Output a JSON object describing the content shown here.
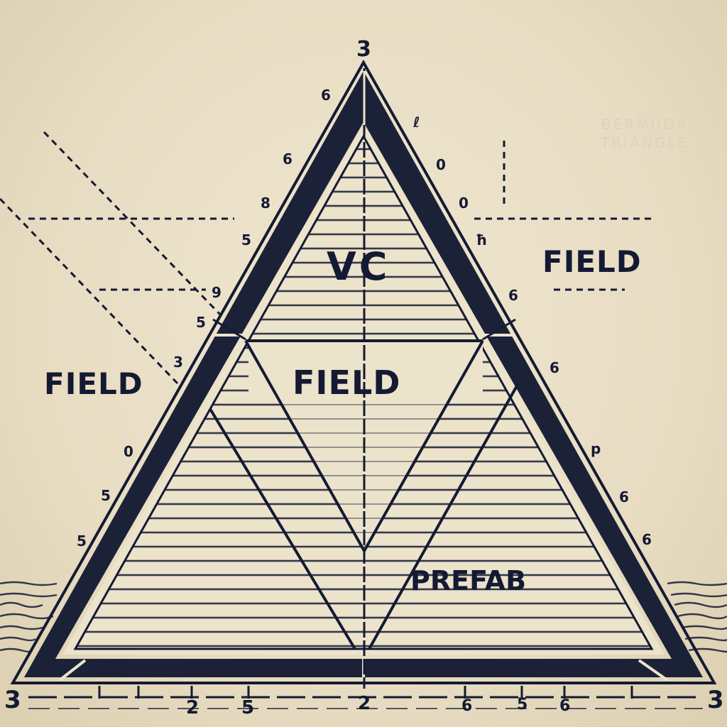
{
  "title": {
    "line1": "BERMUDA",
    "line2": "TRIANGLE"
  },
  "apex_label": "3",
  "regions": {
    "top": "VC",
    "center": "FIELD",
    "left_outside": "FIELD",
    "right_outside": "FIELD",
    "bottom_right": "PREFAB"
  },
  "left_edge_marks": [
    "6",
    "6",
    "8",
    "5",
    "9",
    "5",
    "3",
    "0",
    "5",
    "5"
  ],
  "right_edge_marks": [
    "ℓ",
    "0",
    "0",
    "ħ",
    "6",
    "6",
    "p",
    "6",
    "6"
  ],
  "bottom_axis": {
    "left_corner": "3",
    "right_corner": "3",
    "labels": [
      "2",
      "5",
      "2",
      "6",
      "5",
      "6"
    ]
  },
  "colors": {
    "ink": "#141a33",
    "paper": "#e9dfc6",
    "band": "#1b2238"
  }
}
